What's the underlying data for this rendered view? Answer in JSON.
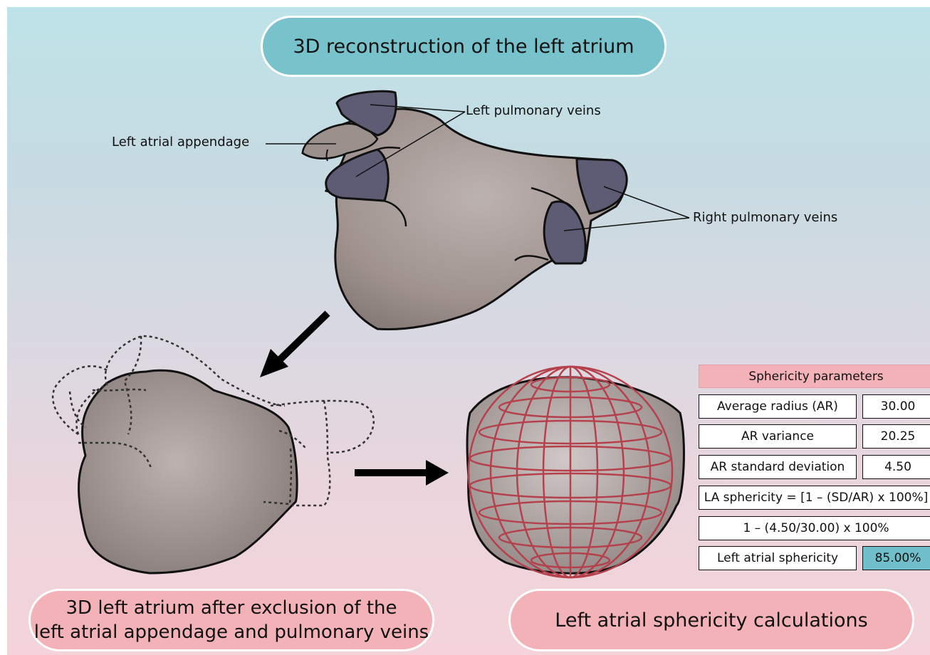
{
  "title": "3D reconstruction of the left atrium",
  "labels": {
    "left_atrial_appendage": "Left atrial appendage",
    "left_pulmonary_veins": "Left pulmonary veins",
    "right_pulmonary_veins": "Right pulmonary veins"
  },
  "bottom_left_caption": {
    "line1": "3D left atrium after exclusion of the",
    "line2": "left atrial appendage and pulmonary veins"
  },
  "bottom_right_caption": "Left atrial sphericity calculations",
  "table": {
    "header": "Sphericity parameters",
    "rows": [
      {
        "label": "Average radius (AR)",
        "value": "30.00"
      },
      {
        "label": "AR variance",
        "value": "20.25"
      },
      {
        "label": "AR standard deviation",
        "value": "4.50"
      }
    ],
    "formula": "LA sphericity = [1 – (SD/AR) x 100%]",
    "calculation": "1 – (4.50/30.00) x 100%",
    "result_label": "Left atrial sphericity",
    "result_value": "85.00%"
  },
  "colors": {
    "teal": "#78c2cb",
    "pink": "#f3b2b7",
    "vein": "#5e5c75",
    "atrium": "#a79b98",
    "grid": "#b5414d"
  }
}
